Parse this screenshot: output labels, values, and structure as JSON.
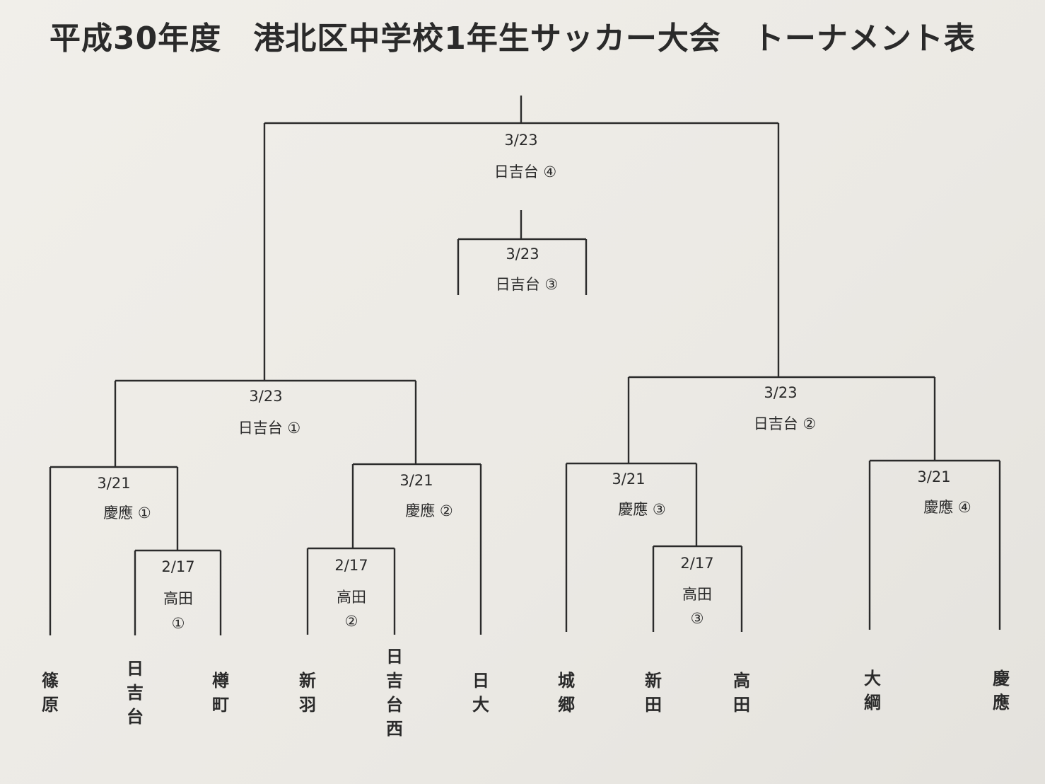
{
  "title": "平成30年度　港北区中学校1年生サッカー大会　トーナメント表",
  "matches": {
    "final": {
      "date": "3/23",
      "venue": "日吉台 ④"
    },
    "third_place": {
      "date": "3/23",
      "venue": "日吉台 ③"
    },
    "semi_left": {
      "date": "3/23",
      "venue": "日吉台 ①"
    },
    "semi_right": {
      "date": "3/23",
      "venue": "日吉台 ②"
    },
    "qf1": {
      "date": "3/21",
      "venue": "慶應 ①"
    },
    "qf2": {
      "date": "3/21",
      "venue": "慶應 ②"
    },
    "qf3": {
      "date": "3/21",
      "venue": "慶應 ③"
    },
    "qf4": {
      "date": "3/21",
      "venue": "慶應 ④"
    },
    "r1a": {
      "date": "2/17",
      "venue": "高田",
      "number": "①"
    },
    "r1b": {
      "date": "2/17",
      "venue": "高田",
      "number": "②"
    },
    "r1c": {
      "date": "2/17",
      "venue": "高田",
      "number": "③"
    }
  },
  "teams": [
    "篠原",
    "日吉台",
    "樽町",
    "新羽",
    "日吉台西",
    "日大",
    "城郷",
    "新田",
    "高田",
    "大綱",
    "慶應"
  ]
}
